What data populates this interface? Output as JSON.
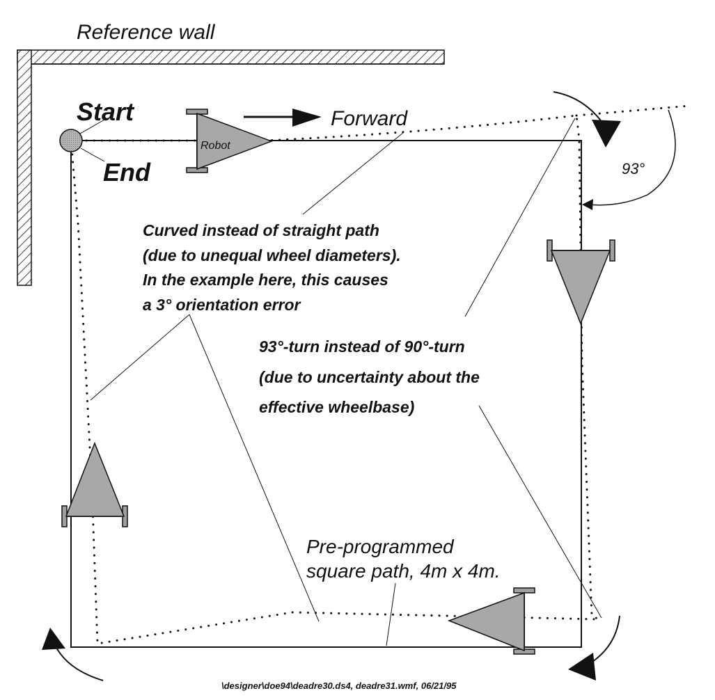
{
  "labels": {
    "reference_wall": "Reference wall",
    "start": "Start",
    "end": "End",
    "forward": "Forward",
    "robot": "Robot",
    "angle": "93°",
    "curved_note_1": "Curved instead of straight path",
    "curved_note_2": " (due to unequal wheel diameters).",
    "curved_note_3": "In the example  here, this causes",
    "curved_note_4": "a 3° orientation error",
    "turn_note_1": "93°-turn instead of 90°-turn",
    "turn_note_2": "(due to uncertainty about the",
    "turn_note_3": "effective wheelbase)",
    "preprog_1": "Pre-programmed",
    "preprog_2": "square path, 4m x 4m.",
    "footer": "\\designer\\doe94\\deadre30.ds4, deadre31.wmf,  06/21/95"
  },
  "colors": {
    "robot_fill": "#a8a8a8",
    "ink": "#111111",
    "background": "#ffffff"
  }
}
